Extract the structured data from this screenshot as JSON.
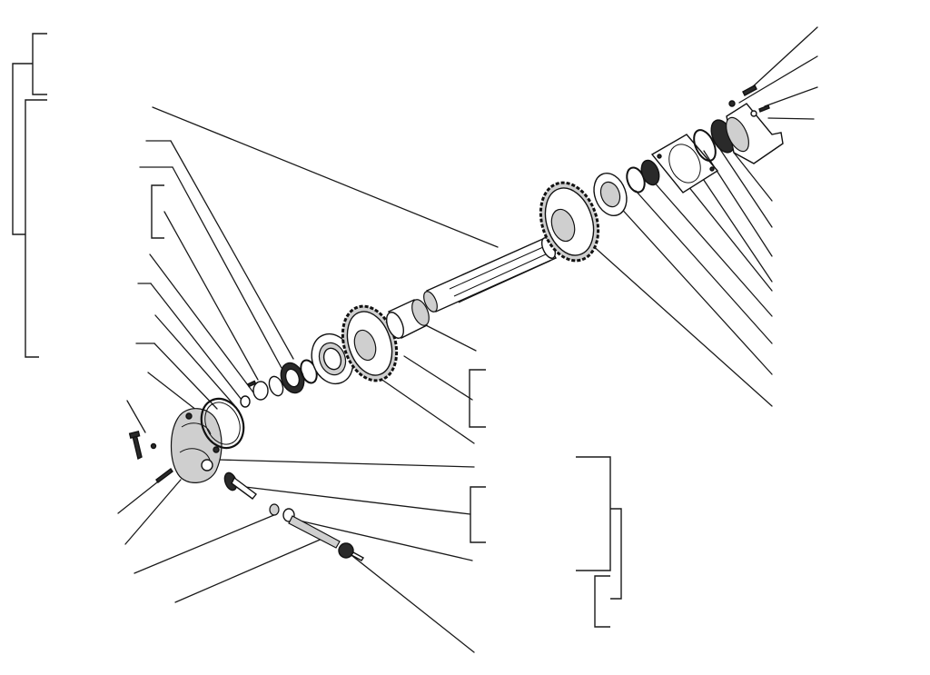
{
  "figure": {
    "kind": "exploded-assembly-drawing",
    "labels_printed": false,
    "line_color": "#1a1a1a",
    "background": "#ffffff"
  },
  "parts": [
    {
      "key": "rear-cover",
      "icon": "housing-cover"
    },
    {
      "key": "rear-cover-gasket",
      "icon": "gasket-ring"
    },
    {
      "key": "cover-bolts",
      "icon": "bolt"
    },
    {
      "key": "speedometer-drive-gear",
      "icon": "small-gear"
    },
    {
      "key": "speedometer-pinion",
      "icon": "pinion-shaft"
    },
    {
      "key": "lock-plate",
      "icon": "washer"
    },
    {
      "key": "rear-bearing",
      "icon": "roller-bearing"
    },
    {
      "key": "rear-bearing-race",
      "icon": "bearing-race"
    },
    {
      "key": "spur-gear-rear",
      "icon": "spur-gear"
    },
    {
      "key": "spur-gear-front",
      "icon": "spur-gear"
    },
    {
      "key": "sleeve-bushing",
      "icon": "bushing"
    },
    {
      "key": "mainshaft",
      "icon": "splined-shaft"
    },
    {
      "key": "front-bearing",
      "icon": "roller-bearing"
    },
    {
      "key": "snap-ring",
      "icon": "ring"
    },
    {
      "key": "retainer-plate",
      "icon": "flanged-plate"
    },
    {
      "key": "oil-seal",
      "icon": "seal"
    },
    {
      "key": "output-flange",
      "icon": "yoke-flange"
    },
    {
      "key": "flange-nut",
      "icon": "nut"
    },
    {
      "key": "flange-washer",
      "icon": "washer"
    }
  ]
}
